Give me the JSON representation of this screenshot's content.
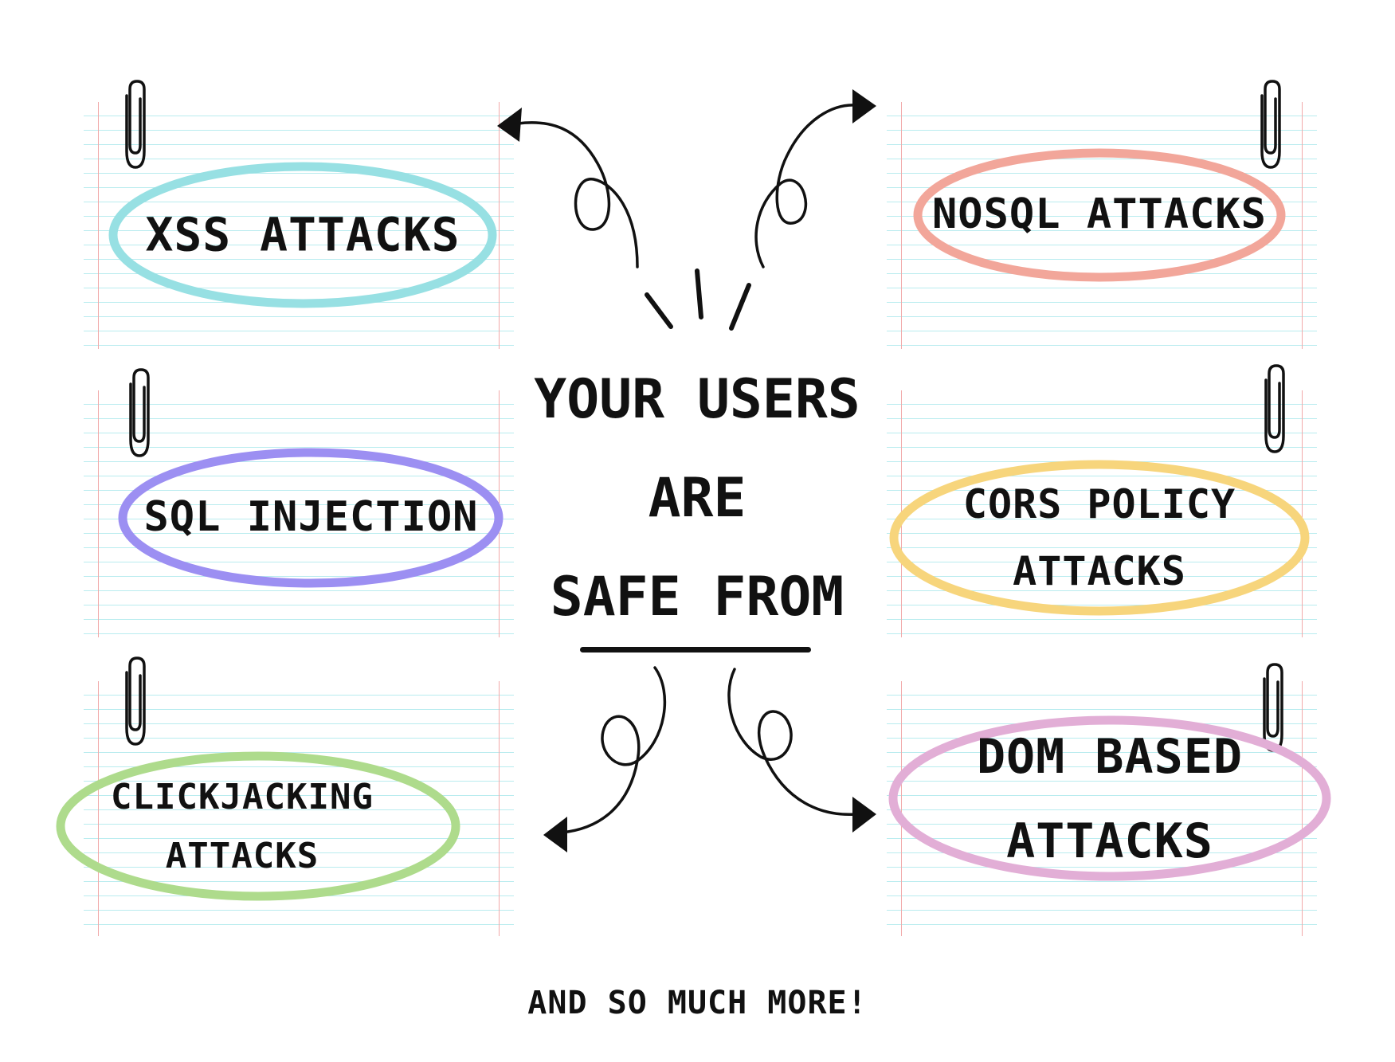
{
  "center_heading": {
    "line1": "YOUR USERS",
    "line2": "ARE",
    "line3": "SAFE FROM"
  },
  "attacks": [
    {
      "label": "XSS ATTACKS",
      "color": "#97e0e3"
    },
    {
      "label": "NOSQL ATTACKS",
      "color": "#f2a69a"
    },
    {
      "label": "SQL INJECTION",
      "color": "#9c8ff2"
    },
    {
      "label": "CORS POLICY\nATTACKS",
      "color": "#f7d57c"
    },
    {
      "label": "CLICKJACKING\nATTACKS",
      "color": "#aedb8c"
    },
    {
      "label": "DOM BASED\nATTACKS",
      "color": "#e2aed6"
    }
  ],
  "footer": "AND SO MUCH MORE!",
  "icons": [
    "paperclip-icon",
    "curly-arrow-icon",
    "burst-lines-icon"
  ]
}
